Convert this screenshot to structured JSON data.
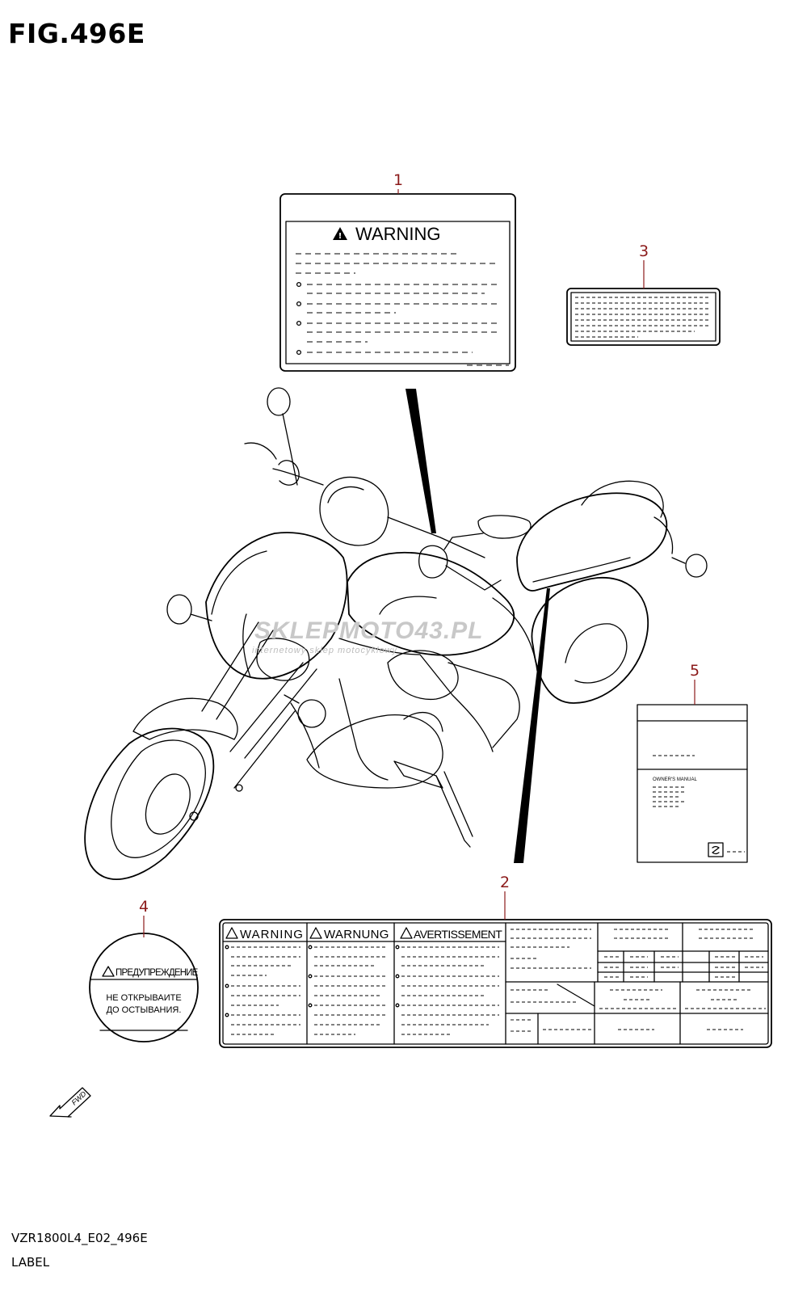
{
  "figure": {
    "title": "FIG.496E",
    "code": "VZR1800L4_E02_496E",
    "label": "LABEL"
  },
  "callouts": [
    "1",
    "2",
    "3",
    "4",
    "5"
  ],
  "label1": {
    "heading": "WARNING"
  },
  "label2": {
    "heading_en": "WARNING",
    "heading_de": "WARNUNG",
    "heading_fr": "AVERTISSEMENT"
  },
  "label4": {
    "heading": "ПРЕДУПРЕЖДЕНИЕ",
    "line1": "НЕ ОТКРЫВАИТЕ",
    "line2": "ДО ОСТЫВАНИЯ."
  },
  "label5": {
    "text": "OWNER'S MANUAL"
  },
  "watermark": {
    "brand": "SKLEPMOTO43.PL",
    "tagline": "internetowy sklep motocyklowy"
  },
  "fwd": "FWD",
  "colors": {
    "callout": "#8b1a1a",
    "watermark_grey": "#c8c8c8",
    "watermark_red": "#e8a0a0"
  },
  "icons": [
    "warning-triangle-icon",
    "fwd-arrow-icon",
    "suzuki-logo-icon"
  ]
}
